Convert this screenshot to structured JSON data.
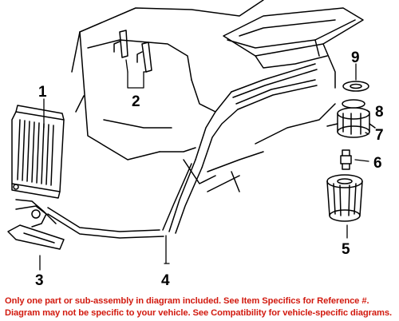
{
  "diagram": {
    "callouts": [
      {
        "id": "1",
        "label": "1"
      },
      {
        "id": "2",
        "label": "2"
      },
      {
        "id": "3",
        "label": "3"
      },
      {
        "id": "4",
        "label": "4"
      },
      {
        "id": "5",
        "label": "5"
      },
      {
        "id": "6",
        "label": "6"
      },
      {
        "id": "7",
        "label": "7"
      },
      {
        "id": "8",
        "label": "8"
      },
      {
        "id": "9",
        "label": "9"
      }
    ]
  },
  "footer": {
    "line1": "Only one part or sub-assembly in diagram included. See Item Specifics for Reference #.",
    "line2": "Diagram may not be specific to your vehicle. See Compatibility for vehicle-specific diagrams.",
    "color": "#d21a0f"
  }
}
